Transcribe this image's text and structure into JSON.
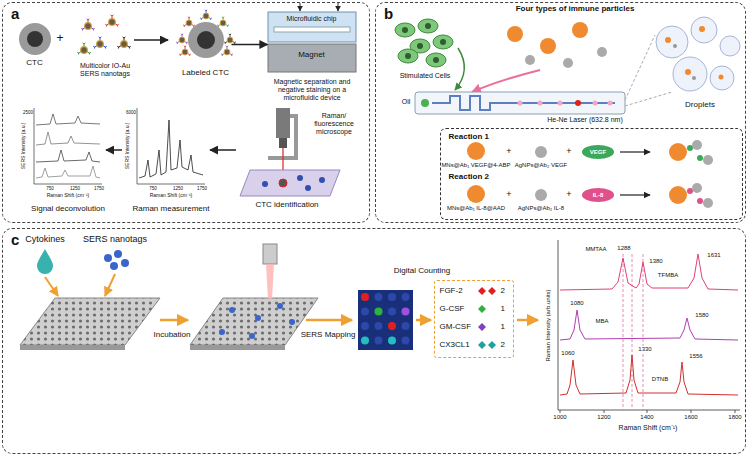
{
  "diagram": {
    "nodes": [
      {
        "text": [
          "a"
        ]
      },
      {
        "text": [
          "CTC"
        ],
        "in": 0
      },
      {
        "text": [
          "Labeled CTC"
        ],
        "in": 0
      },
      {
        "text": [
          "Microfluidic chip",
          "Magnet"
        ],
        "in": 0
      },
      {
        "text": [
          "b"
        ]
      },
      {
        "text": [
          "Reaction 1",
          "Reaction 2"
        ],
        "in": 4
      },
      {
        "text": [
          "c"
        ]
      },
      {
        "text": [
          "FGF-2",
          "2",
          "G-CSF",
          "1",
          "GM-CSF",
          "1",
          "CX3CL1",
          "2"
        ],
        "in": 6
      }
    ],
    "edges": [
      {
        "from": 2,
        "to": 3,
        "arrow": "to"
      }
    ],
    "labels": [
      "+",
      "Multicolor IO-Au SERS nanotags",
      "Magnetic separation and negative staining on a microfluidic device",
      "Raman/ fluorescence microscope",
      "CTC identification",
      "Raman measurement",
      "Signal deconvolution",
      "SERS Intensity (a.u.)",
      "Raman Shift (cm⁻¹)",
      "SERS Intensity (a.u.)",
      "Raman Shift (cm⁻¹)",
      "2500",
      "6000",
      "750",
      "1250",
      "1750",
      "750",
      "1250",
      "1750",
      "Four types of immune particles",
      "Stimulated Cells",
      "Oil",
      "He-Ne Laser (632.8 nm)",
      "Droplets",
      "MNs@Ab₁ VEGF@4-ABP",
      "+",
      "AgNPs@Ab₂ VEGF",
      "+",
      "VEGF",
      "MNs@Ab₁ IL-8@AAD",
      "+",
      "AgNPs@Ab₂ IL-8",
      "+",
      "IL-8",
      "Cytokines",
      "SERS nanotags",
      "Incubation",
      "SERS Mapping",
      "Digital Counting",
      "MMTAA",
      "1288",
      "1380",
      "TFMBA",
      "1631",
      "1080",
      "MBA",
      "1580",
      "1060",
      "1330",
      "1556",
      "DTNB",
      "Raman Intensity (arb.units)",
      "Raman Shift (cm⁻¹)",
      "1000",
      "1200",
      "1400",
      "1600",
      "1800"
    ]
  }
}
